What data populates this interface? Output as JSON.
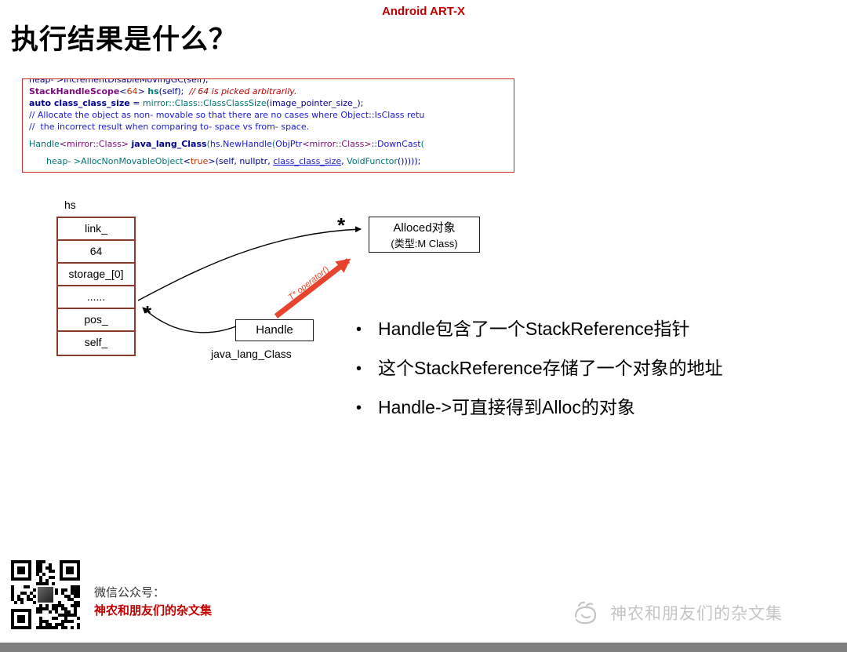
{
  "brand": "Android ART-X",
  "title": "执行结果是什么？",
  "code": {
    "lines": [
      {
        "clipped": true,
        "segments": [
          {
            "t": "heap- >IncrementDisableMovingGC(self);",
            "c": "navy"
          }
        ]
      },
      {
        "segments": [
          {
            "t": "StackHandleScope",
            "c": "purple",
            "b": true
          },
          {
            "t": "<",
            "c": "navy"
          },
          {
            "t": "64",
            "c": "num"
          },
          {
            "t": "> ",
            "c": "navy"
          },
          {
            "t": "hs",
            "c": "teal",
            "b": true
          },
          {
            "t": "(self);  ",
            "c": "navy"
          },
          {
            "t": "// 64 is picked arbitrarily.",
            "c": "red",
            "i": true
          }
        ]
      },
      {
        "segments": [
          {
            "t": "auto class_class_size",
            "c": "navy",
            "b": true
          },
          {
            "t": " = ",
            "c": "navy"
          },
          {
            "t": "mirror::Class::ClassClassSize",
            "c": "teal"
          },
          {
            "t": "(image_pointer_size_);",
            "c": "navy"
          }
        ]
      },
      {
        "segments": [
          {
            "t": "// Allocate the object as non- movable so that there are no cases where Object::IsClass retu",
            "c": "blue"
          }
        ]
      },
      {
        "segments": [
          {
            "t": "//  the incorrect result when comparing to- space vs from- space.",
            "c": "blue"
          }
        ]
      },
      {
        "gap": true,
        "segments": [
          {
            "t": "Handle",
            "c": "teal"
          },
          {
            "t": "<mirror::Class>",
            "c": "purple"
          },
          {
            "t": " ",
            "c": "navy"
          },
          {
            "t": "java_lang_Class",
            "c": "navy",
            "b": true
          },
          {
            "t": "(",
            "c": "teal"
          },
          {
            "t": "hs.NewHandle",
            "c": "blue"
          },
          {
            "t": "(",
            "c": "teal"
          },
          {
            "t": "ObjPtr",
            "c": "blue"
          },
          {
            "t": "<mirror::Class>",
            "c": "purple"
          },
          {
            "t": "::DownCast",
            "c": "blue"
          },
          {
            "t": "(",
            "c": "teal"
          }
        ]
      },
      {
        "gap": true,
        "indent": 22,
        "segments": [
          {
            "t": "heap- >AllocNonMovableObject",
            "c": "teal"
          },
          {
            "t": "<",
            "c": "navy"
          },
          {
            "t": "true",
            "c": "num"
          },
          {
            "t": ">(",
            "c": "navy"
          },
          {
            "t": "self, nullptr, ",
            "c": "navy"
          },
          {
            "t": "class_class_size",
            "c": "blue",
            "u": true
          },
          {
            "t": ", ",
            "c": "navy"
          },
          {
            "t": "VoidFunctor",
            "c": "teal"
          },
          {
            "t": "()))));",
            "c": "navy"
          }
        ]
      }
    ]
  },
  "diagram": {
    "stack_label": "hs",
    "stack_rows": [
      "link_",
      "64",
      "storage_[0]",
      "......",
      "pos_",
      "self_"
    ],
    "star": "*",
    "alloced_box": {
      "line1": "Alloced对象",
      "line2": "(类型:M Class)"
    },
    "handle_box_label": "Handle",
    "handle_caption": "java_lang_Class",
    "red_arrow_label": "T* operator()"
  },
  "bullets": [
    "Handle包含了一个StackReference指针",
    "这个StackReference存储了一个对象的地址",
    "Handle->可直接得到Alloc的对象"
  ],
  "footer": {
    "wechat_label": "微信公众号：",
    "wechat_name": "神农和朋友们的杂文集",
    "watermark": "神农和朋友们的杂文集"
  },
  "colors": {
    "brand_red": "#c00000",
    "code_border": "#cc2a2a",
    "table_border": "#8b3a2a",
    "arrow_red": "#e8432d",
    "watermark_gray": "#c5c5c5",
    "bottom_bar": "#7e7e7e"
  }
}
